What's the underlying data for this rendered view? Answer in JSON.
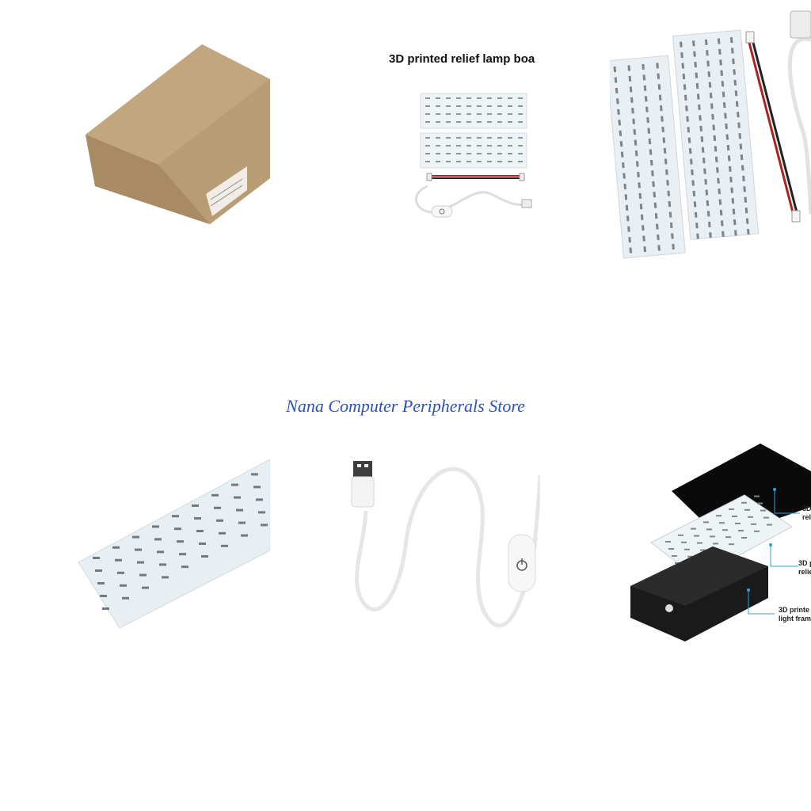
{
  "store_name": "Nana Computer Peripherals Store",
  "tiles": {
    "box": {
      "icon": "cardboard-box"
    },
    "kit": {
      "title": "3D printed relief lamp boa",
      "icon": "led-board-kit"
    },
    "boards": {
      "icon": "led-boards-with-cables"
    },
    "board_angle": {
      "icon": "led-board"
    },
    "cable": {
      "icon": "usb-cable-with-switch"
    },
    "exploded": {
      "icon": "exploded-assembly",
      "labels": [
        {
          "line1": "3D",
          "line2": "reli"
        },
        {
          "line1": "3D p",
          "line2": "relie"
        },
        {
          "line1": "3D printe",
          "line2": "light fram"
        }
      ]
    }
  },
  "colors": {
    "store_text": "#2a52be",
    "callout": "#2aa4d8",
    "cardboard": "#b89c73"
  }
}
